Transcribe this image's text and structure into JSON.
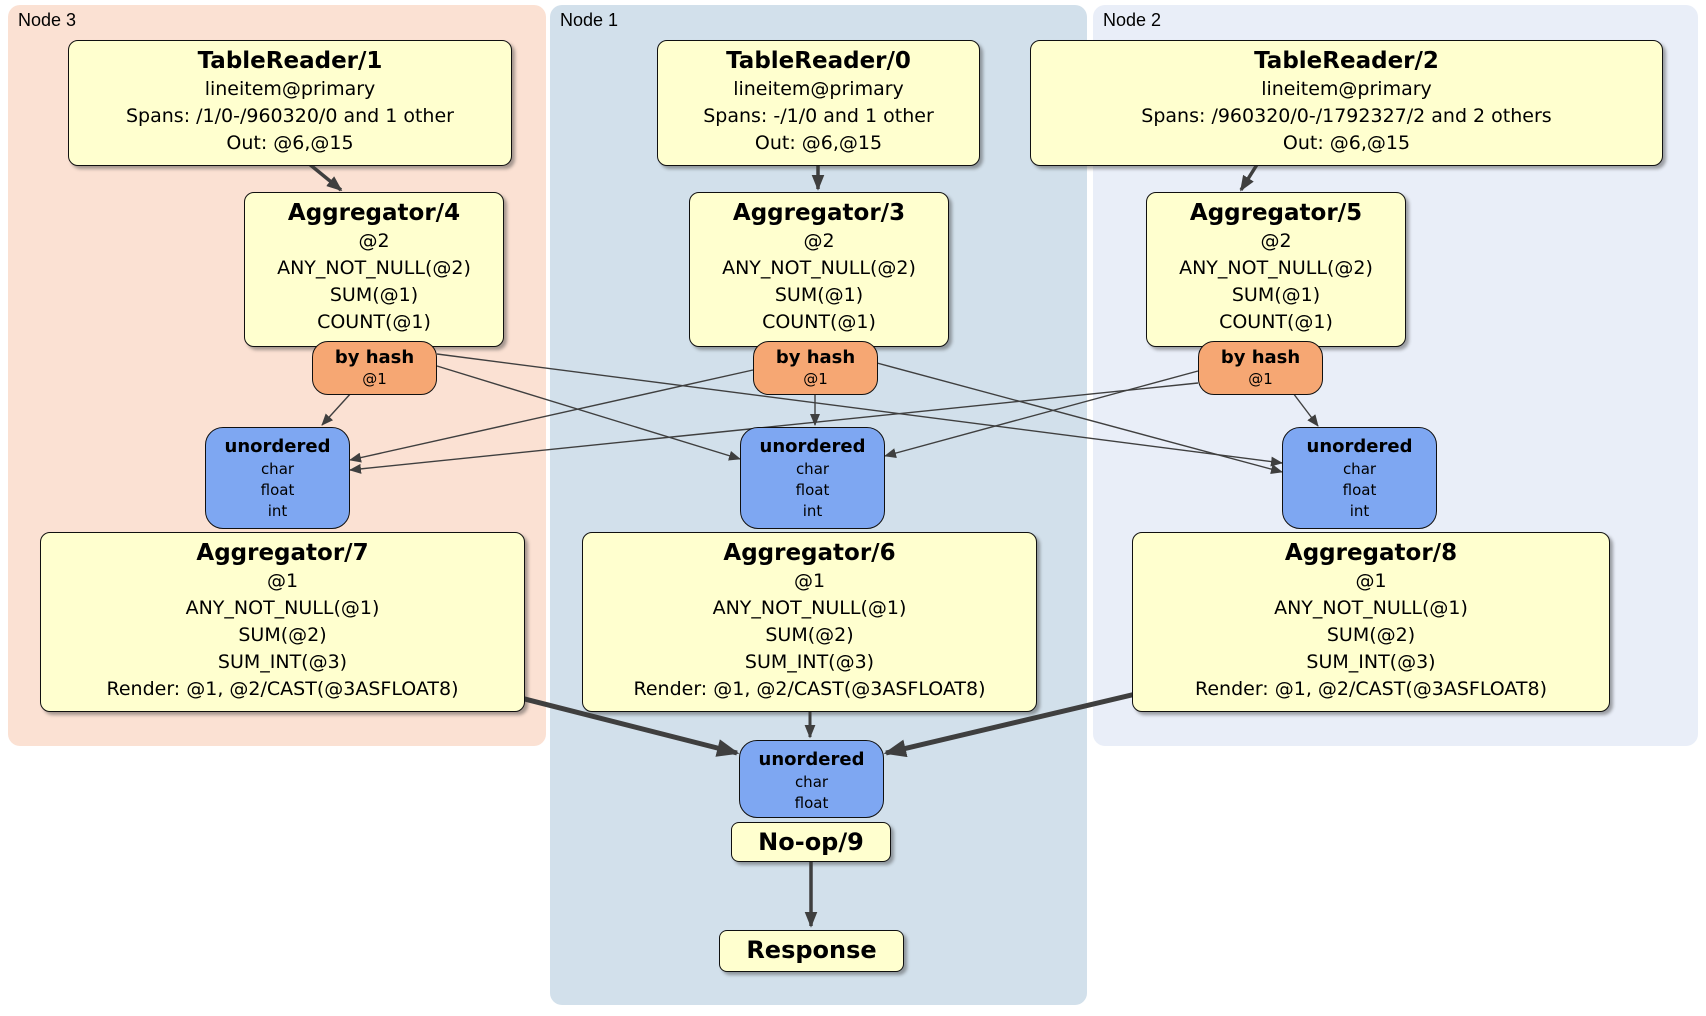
{
  "panels": {
    "node3": {
      "label": "Node 3",
      "color": "#fbe1d3"
    },
    "node1": {
      "label": "Node 1",
      "color": "#d2e0eb"
    },
    "node2": {
      "label": "Node 2",
      "color": "#e9eef8"
    }
  },
  "colors": {
    "processor_fill": "#ffffcf",
    "router_fill": "#f6a773",
    "sync_fill": "#7ea7f2",
    "edge": "#3f3f3f",
    "border": "#101010"
  },
  "processors": {
    "tablereader1": {
      "title": "TableReader/1",
      "lines": [
        "lineitem@primary",
        "Spans: /1/0-/960320/0 and 1 other",
        "Out: @6,@15"
      ]
    },
    "tablereader0": {
      "title": "TableReader/0",
      "lines": [
        "lineitem@primary",
        "Spans: -/1/0 and 1 other",
        "Out: @6,@15"
      ]
    },
    "tablereader2": {
      "title": "TableReader/2",
      "lines": [
        "lineitem@primary",
        "Spans: /960320/0-/1792327/2 and 2 others",
        "Out: @6,@15"
      ]
    },
    "aggregator4": {
      "title": "Aggregator/4",
      "lines": [
        "@2",
        "ANY_NOT_NULL(@2)",
        "SUM(@1)",
        "COUNT(@1)"
      ]
    },
    "aggregator3": {
      "title": "Aggregator/3",
      "lines": [
        "@2",
        "ANY_NOT_NULL(@2)",
        "SUM(@1)",
        "COUNT(@1)"
      ]
    },
    "aggregator5": {
      "title": "Aggregator/5",
      "lines": [
        "@2",
        "ANY_NOT_NULL(@2)",
        "SUM(@1)",
        "COUNT(@1)"
      ]
    },
    "aggregator7": {
      "title": "Aggregator/7",
      "lines": [
        "@1",
        "ANY_NOT_NULL(@1)",
        "SUM(@2)",
        "SUM_INT(@3)",
        "Render: @1, @2/CAST(@3ASFLOAT8)"
      ]
    },
    "aggregator6": {
      "title": "Aggregator/6",
      "lines": [
        "@1",
        "ANY_NOT_NULL(@1)",
        "SUM(@2)",
        "SUM_INT(@3)",
        "Render: @1, @2/CAST(@3ASFLOAT8)"
      ]
    },
    "aggregator8": {
      "title": "Aggregator/8",
      "lines": [
        "@1",
        "ANY_NOT_NULL(@1)",
        "SUM(@2)",
        "SUM_INT(@3)",
        "Render: @1, @2/CAST(@3ASFLOAT8)"
      ]
    },
    "noop": {
      "title": "No-op/9"
    },
    "response": {
      "title": "Response"
    }
  },
  "routers": {
    "byhash_node3": {
      "title": "by hash",
      "detail": "@1"
    },
    "byhash_node1": {
      "title": "by hash",
      "detail": "@1"
    },
    "byhash_node2": {
      "title": "by hash",
      "detail": "@1"
    }
  },
  "syncs": {
    "unordered_node3": {
      "title": "unordered",
      "types": [
        "char",
        "float",
        "int"
      ]
    },
    "unordered_node1": {
      "title": "unordered",
      "types": [
        "char",
        "float",
        "int"
      ]
    },
    "unordered_node2": {
      "title": "unordered",
      "types": [
        "char",
        "float",
        "int"
      ]
    },
    "unordered_final": {
      "title": "unordered",
      "types": [
        "char",
        "float"
      ]
    }
  }
}
